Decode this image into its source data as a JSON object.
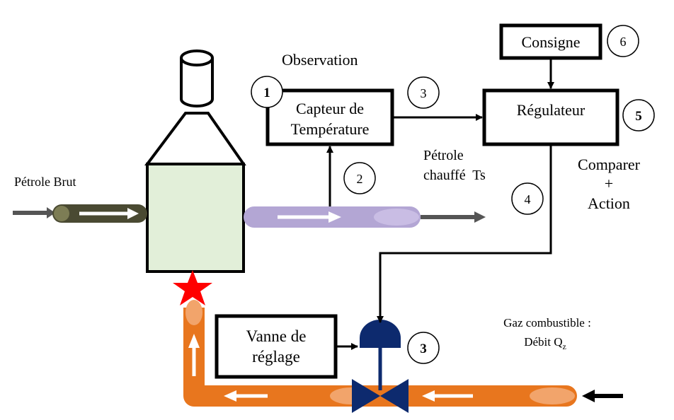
{
  "labels": {
    "observation": "Observation",
    "capteur_line1": "Capteur de",
    "capteur_line2": "Température",
    "regulateur": "Régulateur",
    "consigne": "Consigne",
    "petrole_brut": "Pétrole Brut",
    "petrole_chauffe_line1": "Pétrole",
    "petrole_chauffe_line2": "chauffé  Ts",
    "comparer_line1": "Comparer",
    "comparer_line2": "+",
    "comparer_line3": "Action",
    "vanne_line1": "Vanne de",
    "vanne_line2": "réglage",
    "gaz_line1": "Gaz combustible :",
    "gaz_line2_main": "Débit Q",
    "gaz_line2_sub": "z"
  },
  "steps": {
    "capteur": "1",
    "mesure": "2",
    "signal": "3",
    "commande": "4",
    "regulateur": "5",
    "consigne": "6",
    "vanne": "3"
  },
  "colors": {
    "crude_pipe": "#4a4a32",
    "heated_pipe": "#b3a6d4",
    "fuel_pipe": "#e8761e",
    "furnace_fill": "#e2efd9",
    "valve": "#0d2a6e",
    "flame": "#ff0000",
    "arrow_gray": "#555555"
  }
}
